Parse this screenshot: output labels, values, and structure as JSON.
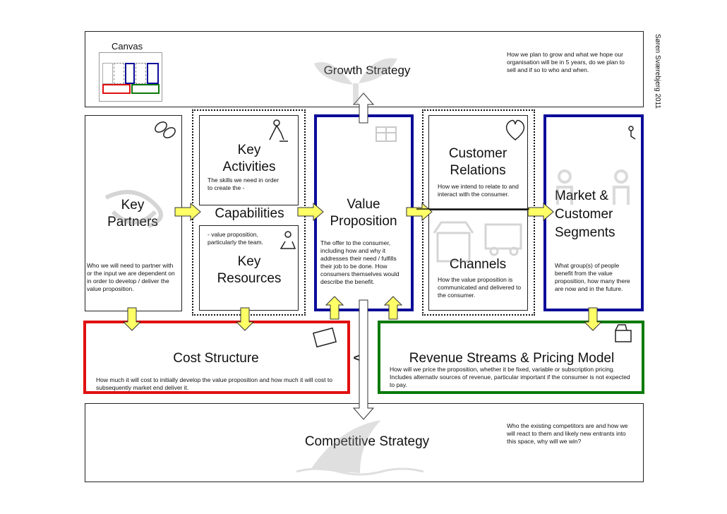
{
  "canvas_label": "Canvas",
  "author": "Søren Sværebjerg 2011",
  "growth": {
    "title": "Growth Strategy",
    "note": "How we plan to grow and what we hope our organisation will be in 5 years, do we plan to sell and if so to who and when."
  },
  "key_partners": {
    "title": "Key\nPartners",
    "note": "Who we will need to partner with or the input we are dependent on in order to develop / deliver the value proposition."
  },
  "capabilities": {
    "activities_title": "Key\nActivities",
    "activities_note": "The skills we need in order to create the -",
    "title": "Capabilities",
    "resources_note": "- value proposition, particularly the team.",
    "resources_title": "Key\nResources"
  },
  "value_proposition": {
    "title": "Value\nProposition",
    "note": "The offer to the consumer, including how and why it addresses their need / fulfills their job to be done. How consumers themselves would describe the benefit."
  },
  "customer_relations": {
    "title": "Customer\nRelations",
    "note": "How we intend to relate to and interact with the consumer."
  },
  "channels": {
    "title": "Channels",
    "note": "How the value proposition is communicated and delivered to the consumer."
  },
  "market": {
    "title": "Market &\nCustomer\nSegments",
    "note": "What group(s) of people benefit from the value proposition, how many there are now and in the future."
  },
  "cost": {
    "title": "Cost Structure",
    "note": "How much it will cost to initially develop the value proposition and how much it will cost to subsequently market end deliver it."
  },
  "divider": "<<",
  "revenue": {
    "title": "Revenue Streams & Pricing Model",
    "note": "How will we price the proposition, whether it be fixed, variable or subscription pricing. Includes alternativ sources of revenue, particular important if the consumer is not expected to pay."
  },
  "competitive": {
    "title": "Competitive Strategy",
    "note": "Who the existing competitors are and how we will react to them and likely new entrants into this space, why will we win?"
  },
  "colors": {
    "blue": "#0b0b9a",
    "red": "#e01010",
    "green": "#0a7a0a",
    "arrow_fill": "#ffff66"
  }
}
